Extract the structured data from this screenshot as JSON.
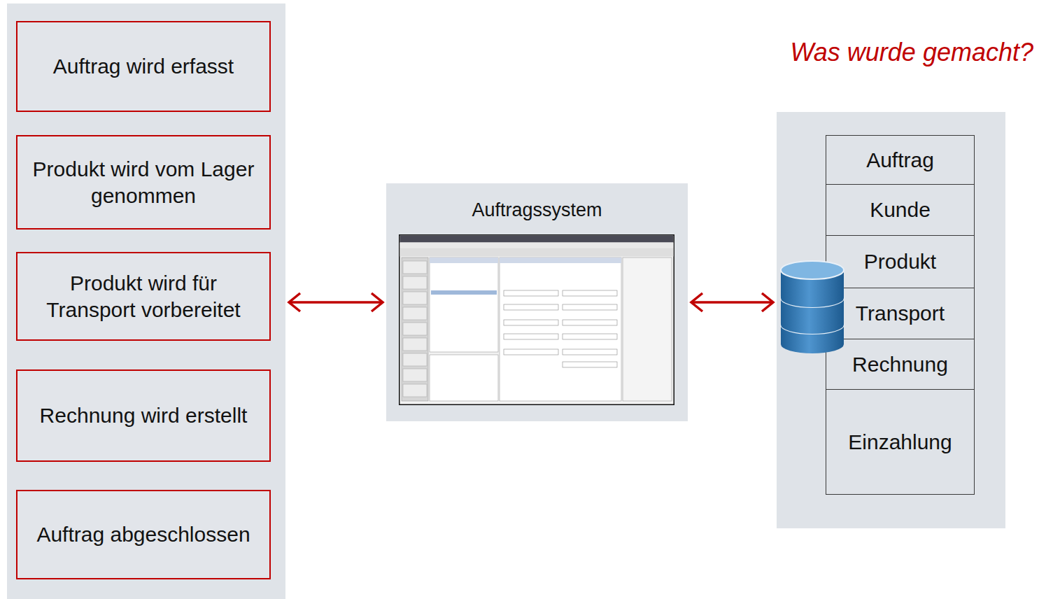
{
  "diagram": {
    "title": "Was wurde gemacht?",
    "nodes": [
      {
        "text": []
      },
      {
        "text": [
          "Auftrag wird erfasst"
        ],
        "in": 0
      },
      {
        "text": [
          "Produkt wird vom Lager genommen"
        ],
        "in": 0
      },
      {
        "text": [
          "Produkt wird für Transport vorbereitet"
        ],
        "in": 0
      },
      {
        "text": [
          "Rechnung wird erstellt"
        ],
        "in": 0
      },
      {
        "text": [
          "Auftrag abgeschlossen"
        ],
        "in": 0
      },
      {
        "text": [
          "Auftragssystem"
        ]
      },
      {
        "text": []
      },
      {
        "text": [
          "Auftrag"
        ],
        "in": 7
      },
      {
        "text": [
          "Kunde"
        ],
        "in": 7
      },
      {
        "text": [
          "Produkt"
        ],
        "in": 7
      },
      {
        "text": [
          "Transport"
        ],
        "in": 7
      },
      {
        "text": [
          "Rechnung"
        ],
        "in": 7
      },
      {
        "text": [
          "Einzahlung"
        ],
        "in": 7
      }
    ],
    "edges": [
      {
        "from": 1,
        "to": 2,
        "arrow": "to"
      },
      {
        "from": 2,
        "to": 3,
        "arrow": "to"
      },
      {
        "from": 3,
        "to": 4,
        "arrow": "to"
      },
      {
        "from": 4,
        "to": 5,
        "arrow": "to"
      },
      {
        "from": 0,
        "to": 6,
        "arrow": "both"
      },
      {
        "from": 6,
        "to": 7,
        "arrow": "both"
      }
    ]
  }
}
